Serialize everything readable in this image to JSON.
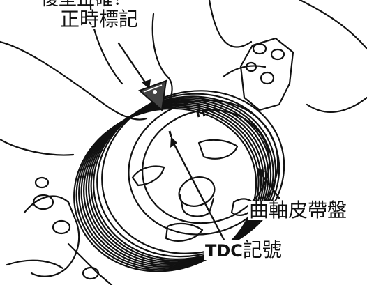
{
  "labels": {
    "top_cut": "復型正確？",
    "timing_mark": "正時標記",
    "crank_pulley": "曲軸皮帶盤",
    "tdc_prefix": "TDC",
    "tdc_suffix": "記號"
  },
  "colors": {
    "ink": "#111111",
    "paper": "#ffffff",
    "shade": "#444444"
  }
}
